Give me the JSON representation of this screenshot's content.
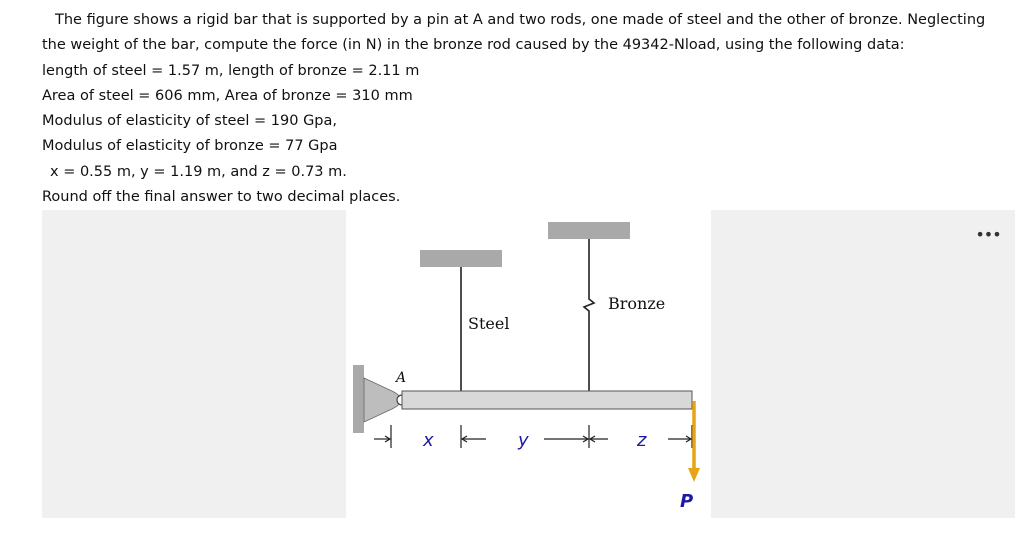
{
  "problem": {
    "lines": [
      "The figure shows a rigid bar that is supported by a pin at A and two rods, one made of steel and the other of bronze. Neglecting",
      "the weight of the bar, compute the force (in N) in the bronze rod caused by the 49342-Nload, using the following data:",
      "length of steel = 1.57 m,   length of bronze = 2.11 m",
      "Area of steel = 606 mm,   Area of bronze = 310 mm",
      "Modulus of elasticity of steel = 190 Gpa,",
      "Modulus of elasticity of bronze = 77 Gpa",
      "x = 0.55 m, y = 1.19 m, and z = 0.73 m.",
      "Round off the final answer to two decimal places."
    ]
  },
  "menu": {
    "more_label": "•••"
  },
  "figure": {
    "label_pin": "A",
    "label_steel": "Steel",
    "label_bronze": "Bronze",
    "label_x": "x",
    "label_y": "y",
    "label_z": "z",
    "label_load": "P",
    "colors": {
      "load_arrow": "#e8a317",
      "dimension_label": "#1a1aa6",
      "support": "#a9a9a9",
      "bar": "#d8d8d8"
    }
  }
}
